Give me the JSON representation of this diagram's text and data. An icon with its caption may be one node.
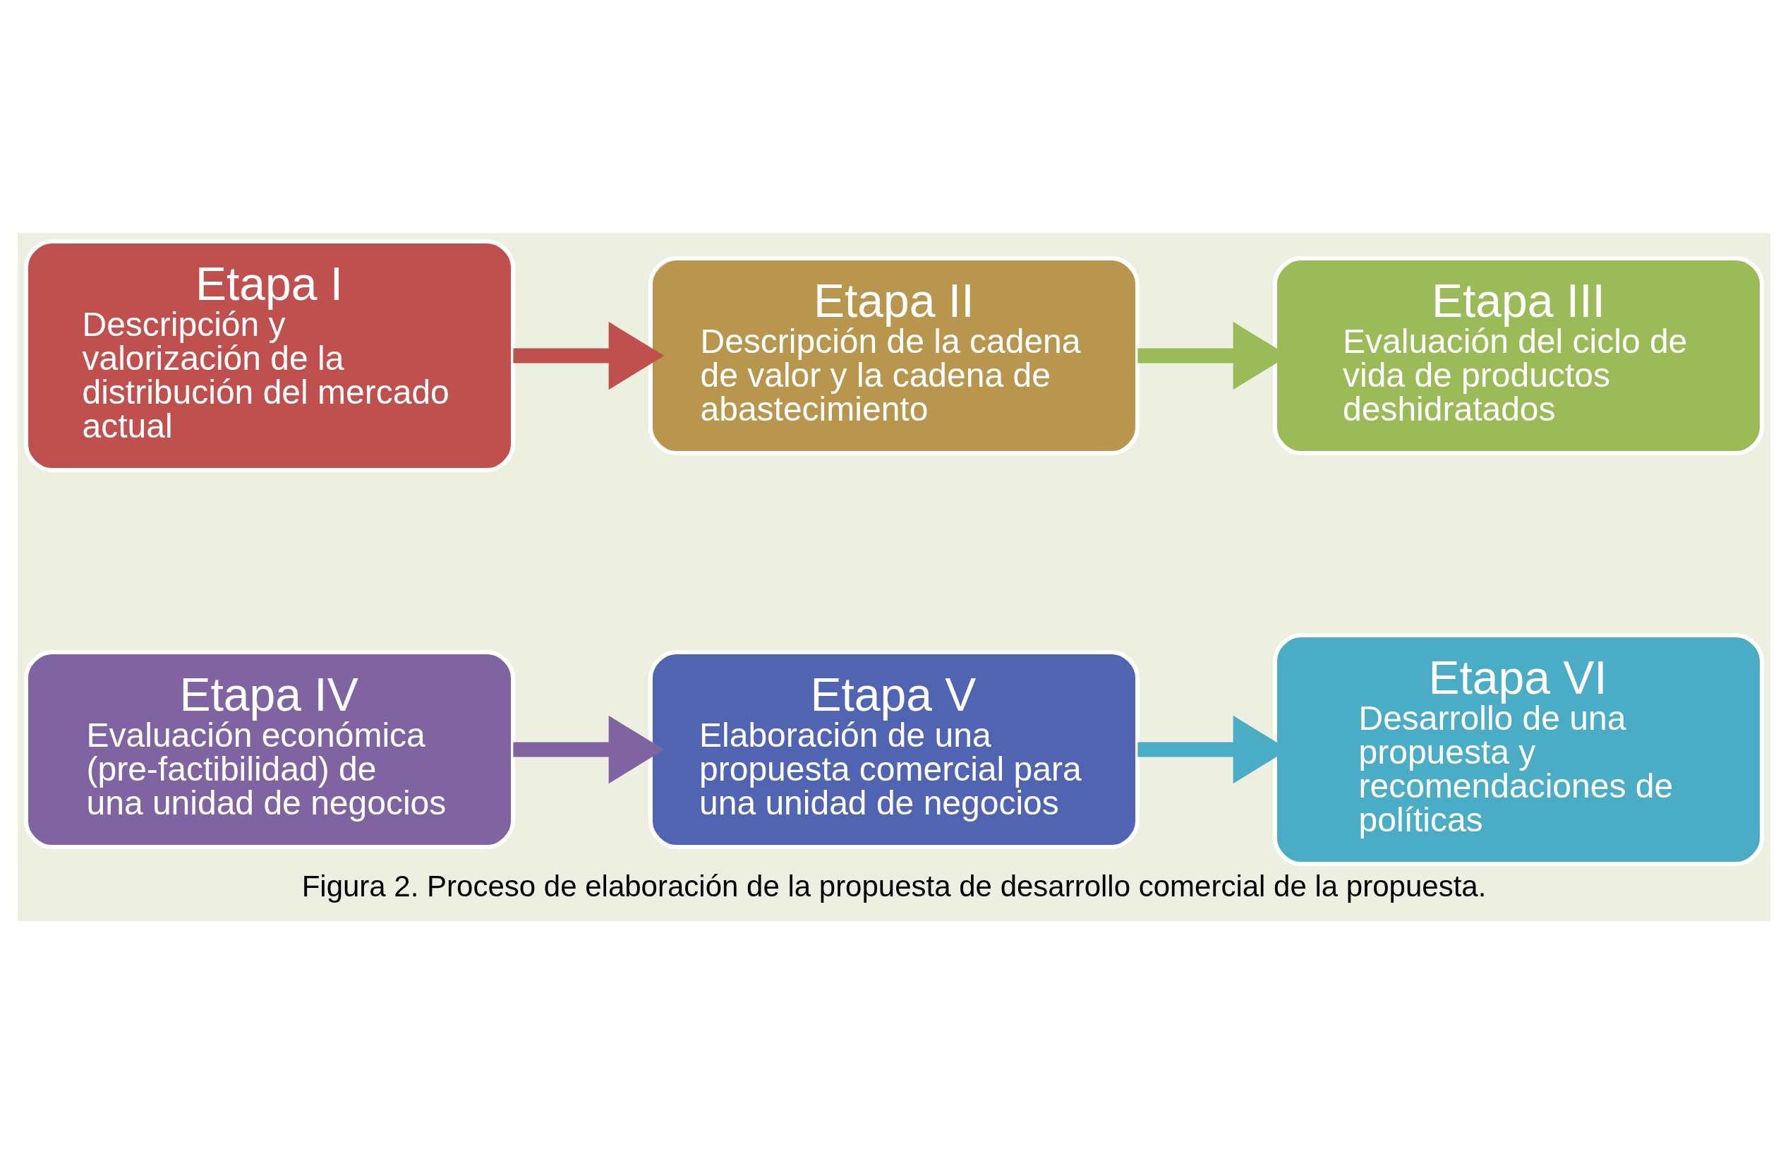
{
  "diagram": {
    "caption": "Figura 2. Proceso de elaboración de la propuesta de desarrollo comercial de la propuesta.",
    "nodes": [
      {
        "text": [
          "Etapa I",
          "Descripción y valorización de la distribución del mercado actual"
        ]
      },
      {
        "text": [
          "Etapa II",
          "Descripción de la cadena de valor y la cadena de abastecimiento"
        ]
      },
      {
        "text": [
          "Etapa III",
          "Evaluación del ciclo de vida de productos deshidratados"
        ]
      },
      {
        "text": [
          "Etapa IV",
          "Evaluación económica (pre-factibilidad) de una unidad de negocios"
        ]
      },
      {
        "text": [
          "Etapa V",
          "Elaboración de una propuesta comercial para una unidad de negocios"
        ]
      },
      {
        "text": [
          "Etapa VI",
          "Desarrollo de una propuesta y recomendaciones de políticas"
        ]
      }
    ],
    "edges": [
      {
        "from": 0,
        "to": 1,
        "arrow": "to",
        "color": "#c0504d"
      },
      {
        "from": 1,
        "to": 2,
        "arrow": "to",
        "color": "#9bbb59"
      },
      {
        "from": 3,
        "to": 4,
        "arrow": "to",
        "color": "#8064a2"
      },
      {
        "from": 4,
        "to": 5,
        "arrow": "to",
        "color": "#4bacc6"
      }
    ]
  }
}
